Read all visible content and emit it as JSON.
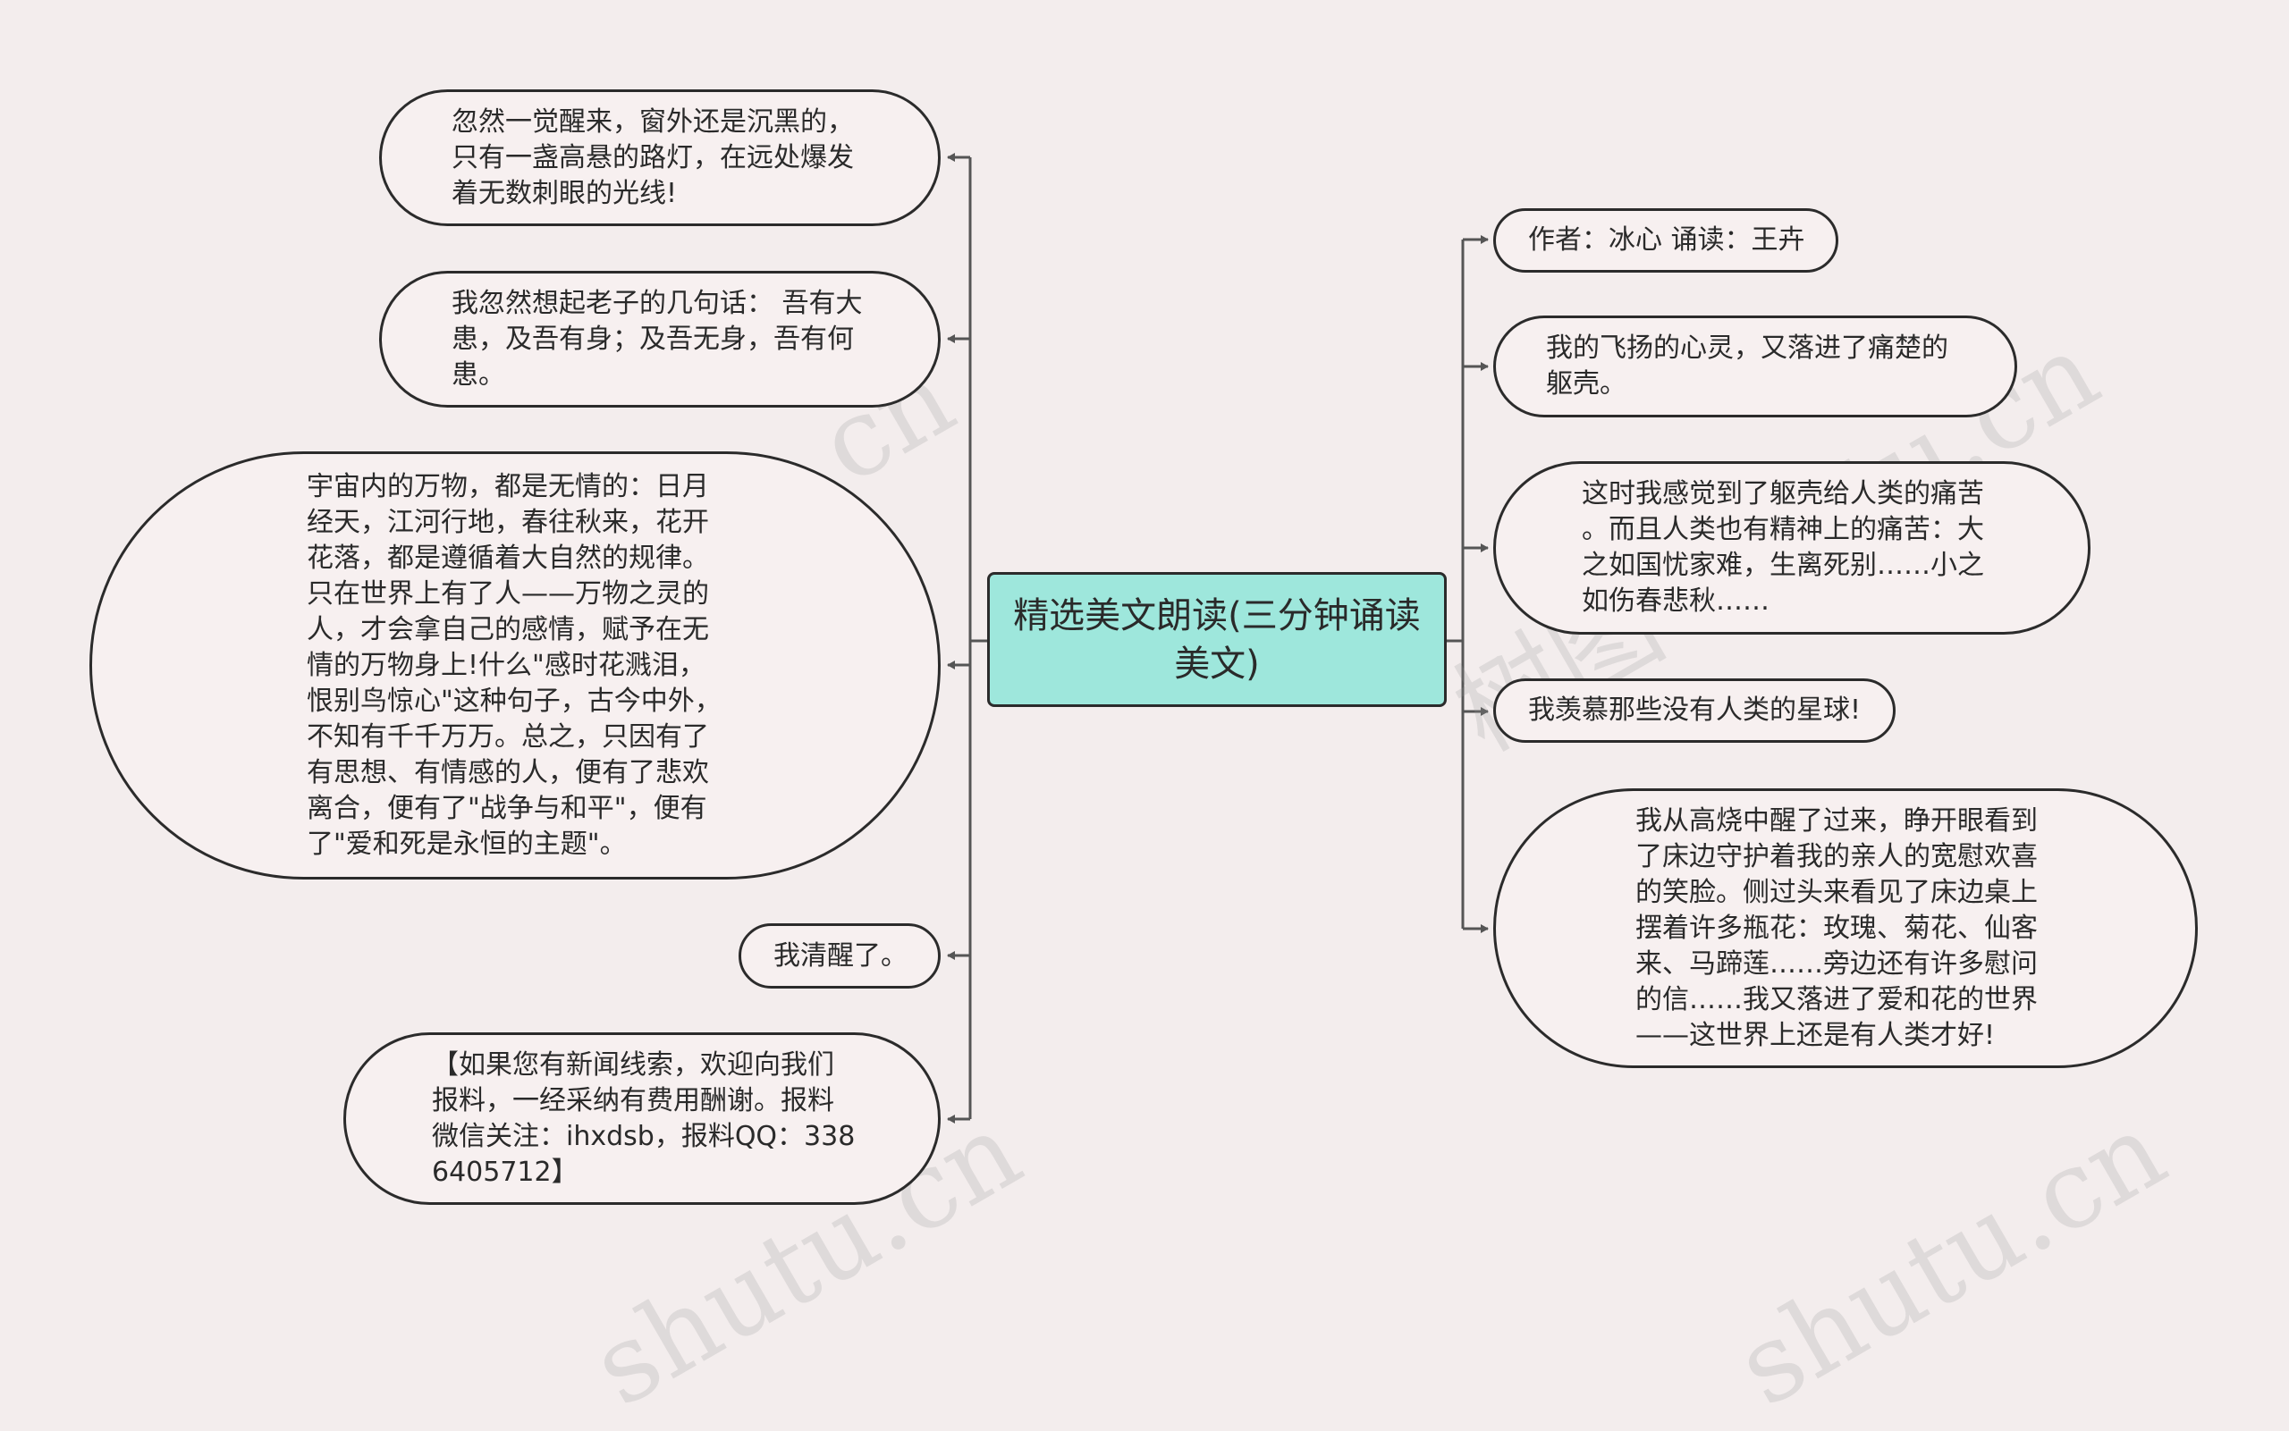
{
  "center": {
    "text": "精选美文朗读(三分钟诵读\n美文)"
  },
  "left_nodes": [
    {
      "text": "忽然一觉醒来，窗外还是沉黑的，\n只有一盏高悬的路灯，在远处爆发\n着无数刺眼的光线!"
    },
    {
      "text": "我忽然想起老子的几句话：  吾有大\n患，及吾有身；及吾无身，吾有何\n患。"
    },
    {
      "text": "宇宙内的万物，都是无情的：日月\n经天，江河行地，春往秋来，花开\n花落，都是遵循着大自然的规律。\n只在世界上有了人——万物之灵的\n人，才会拿自己的感情，赋予在无\n情的万物身上!什么\"感时花溅泪，\n恨别鸟惊心\"这种句子，古今中外，\n不知有千千万万。总之，只因有了\n有思想、有情感的人，便有了悲欢\n离合，便有了\"战争与和平\"，便有\n了\"爱和死是永恒的主题\"。"
    },
    {
      "text": "我清醒了。"
    },
    {
      "text": "【如果您有新闻线索，欢迎向我们\n报料，一经采纳有费用酬谢。报料\n微信关注：ihxdsb，报料QQ：338\n6405712】"
    }
  ],
  "right_nodes": [
    {
      "text": "作者：冰心 诵读：王卉"
    },
    {
      "text": "我的飞扬的心灵，又落进了痛楚的\n躯壳。"
    },
    {
      "text": "这时我感觉到了躯壳给人类的痛苦\n。而且人类也有精神上的痛苦：大\n之如国忧家难，生离死别……小之\n如伤春悲秋……"
    },
    {
      "text": "我羡慕那些没有人类的星球!"
    },
    {
      "text": "我从高烧中醒了过来，睁开眼看到\n了床边守护着我的亲人的宽慰欢喜\n的笑脸。侧过头来看见了床边桌上\n摆着许多瓶花：玫瑰、菊花、仙客\n来、马蹄莲……旁边还有许多慰问\n的信……我又落进了爱和花的世界\n——这世界上还是有人类才好!"
    }
  ],
  "watermark": [
    "树图 shutu.cn",
    "树图 shutu.cn",
    "shutu.cn",
    "shutu.cn"
  ],
  "colors": {
    "background": "#f3eded",
    "center_fill": "#9ee7dc",
    "line": "#555555"
  }
}
